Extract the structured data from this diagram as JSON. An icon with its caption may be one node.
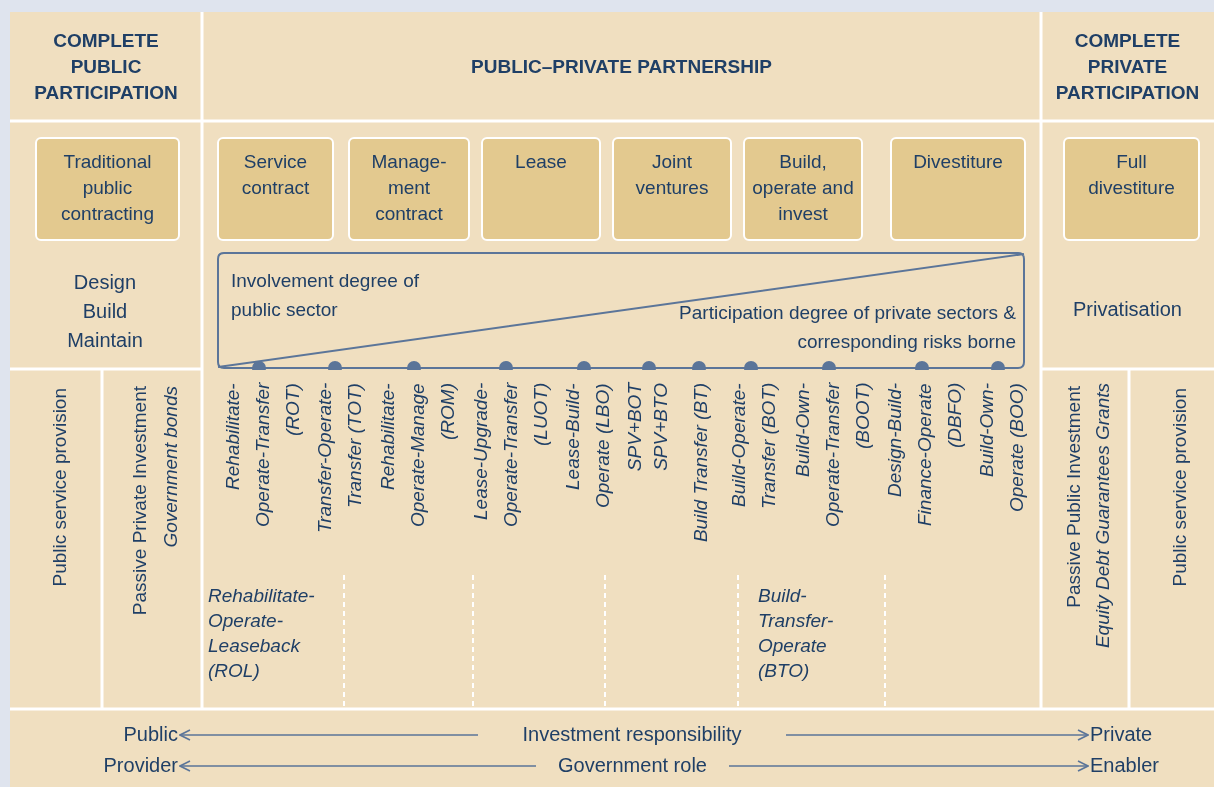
{
  "diagram": {
    "nodes": [
      {
        "text": [
          "Traditional public contracting"
        ]
      },
      {
        "text": [
          "Service contract"
        ]
      },
      {
        "text": [
          "Manage- ment contract"
        ]
      },
      {
        "text": [
          "Lease"
        ]
      },
      {
        "text": [
          "Joint ventures"
        ]
      },
      {
        "text": [
          "Build, operate and invest"
        ]
      },
      {
        "text": [
          "Divestiture"
        ]
      },
      {
        "text": [
          "Full divestiture"
        ]
      },
      {
        "text": [
          "Involvement degree of public sector",
          "Participation degree of private sectors & corresponding risks borne"
        ]
      },
      {
        "text": [
          "Public"
        ]
      },
      {
        "text": [
          "Investment responsibility"
        ]
      },
      {
        "text": [
          "Private"
        ]
      },
      {
        "text": [
          "Provider"
        ]
      },
      {
        "text": [
          "Government role"
        ]
      },
      {
        "text": [
          "Enabler"
        ]
      }
    ],
    "edges": [
      {
        "from": 10,
        "to": 9,
        "arrow": "to"
      },
      {
        "from": 10,
        "to": 11,
        "arrow": "to"
      },
      {
        "from": 13,
        "to": 12,
        "arrow": "to"
      },
      {
        "from": 13,
        "to": 14,
        "arrow": "to"
      }
    ],
    "labels": [
      "COMPLETE PUBLIC PARTICIPATION",
      "PUBLIC–PRIVATE PARTNERSHIP",
      "COMPLETE PRIVATE PARTICIPATION",
      "Design Build Maintain",
      "Privatisation",
      "Public service provision",
      "Passive Private Investment",
      "Government bonds",
      "Rehabilitate- Operate-Transfer (ROT)",
      "Transfer-Operate- Transfer (TOT)",
      "Rehabilitate- Operate-Manage (ROM)",
      "Lease-Upgrade- Operate-Transfer (LUOT)",
      "Lease-Build- Operate (LBO)",
      "SPV+BOT",
      "SPV+BTO",
      "Build Transfer (BT)",
      "Build-Operate- Transfer (BOT)",
      "Build-Own- Operate-Transfer (BOOT)",
      "Design-Build- Finance-Operate (DBFO)",
      "Build-Own- Operate (BOO)",
      "Rehabilitate- Operate- Leaseback (ROL)",
      "Build- Transfer- Operate (BTO)",
      "Passive Public Investment",
      "Equity Debt Guarantees Grants",
      "Public service provision"
    ]
  }
}
